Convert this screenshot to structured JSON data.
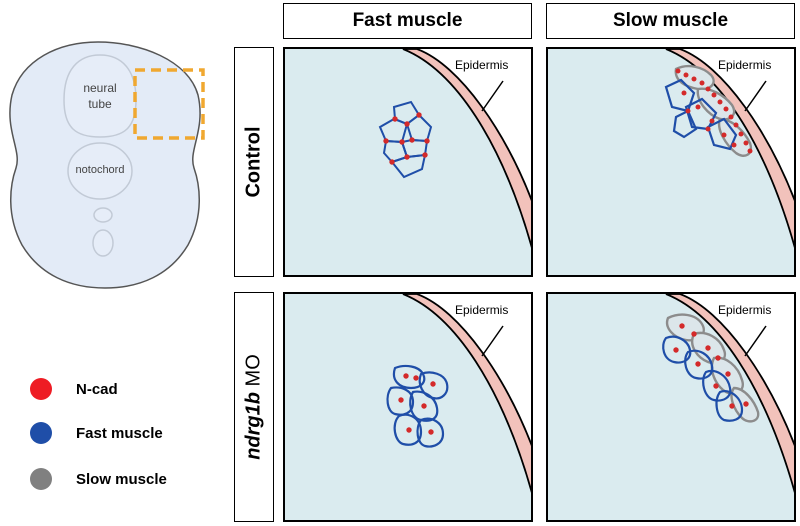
{
  "columns": {
    "fast": "Fast muscle",
    "slow": "Slow muscle"
  },
  "rows": {
    "control": "Control",
    "morphant_gene": "ndrg1b",
    "morphant_suffix": " MO"
  },
  "panel_label": "Epidermis",
  "embryo": {
    "neural_tube_line1": "neural",
    "neural_tube_line2": "tube",
    "notochord": "notochord"
  },
  "legend": [
    {
      "label": "N-cad",
      "color": "#ee1c24"
    },
    {
      "label": "Fast muscle",
      "color": "#1f4ea8"
    },
    {
      "label": "Slow muscle",
      "color": "#808080"
    }
  ],
  "colors": {
    "panel_bg": "#daebef",
    "epidermis": "#f2c2bb",
    "fast_outline": "#1f4ea8",
    "slow_outline": "#8c8c8c",
    "ncad": "#d42a2a",
    "highlight_box": "#f0a830",
    "embryo_fill": "#e3ebf7"
  }
}
